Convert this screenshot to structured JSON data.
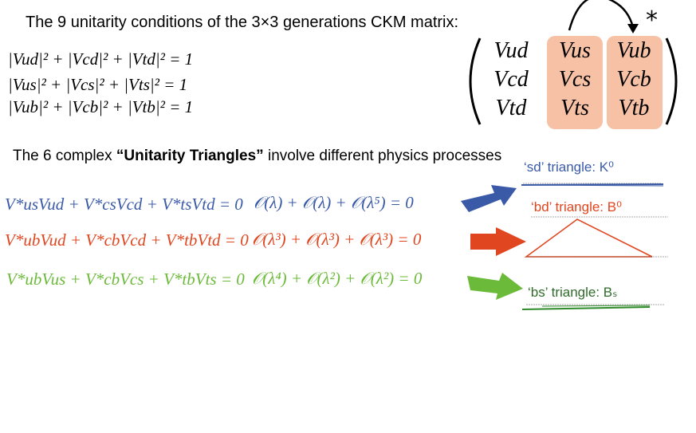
{
  "title": "The 9 unitarity conditions of the 3×3 generations CKM matrix:",
  "conditions": [
    "|Vud|² + |Vcd|² + |Vtd|² = 1",
    "|Vus|² + |Vcs|² + |Vts|² = 1",
    "|Vub|² + |Vcb|² + |Vtb|² = 1"
  ],
  "matrix": {
    "rows": [
      [
        "Vud",
        "Vus",
        "Vub"
      ],
      [
        "Vcd",
        "Vcs",
        "Vcb"
      ],
      [
        "Vtd",
        "Vts",
        "Vtb"
      ]
    ],
    "conj_symbol": "*",
    "highlight_color": "#f7c1a6"
  },
  "subtitle": {
    "prefix": "The 6 complex ",
    "bold": "“Unitarity Triangles”",
    "suffix": " involve different physics processes"
  },
  "triangles": [
    {
      "equation": "V*usVud + V*csVcd + V*tsVtd = 0",
      "order": "𝒪(λ) + 𝒪(λ) + 𝒪(λ⁵) = 0",
      "label": "‘sd’ triangle: K⁰",
      "color": "#3a5aa8"
    },
    {
      "equation": "V*ubVud + V*cbVcd + V*tbVtd = 0",
      "order": "𝒪(λ³) + 𝒪(λ³) + 𝒪(λ³) = 0",
      "label": "‘bd’ triangle: B⁰",
      "color": "#e0461f"
    },
    {
      "equation": "V*ubVus + V*cbVcs + V*tbVts = 0",
      "order": "𝒪(λ⁴) + 𝒪(λ²) + 𝒪(λ²) = 0",
      "label": "‘bs’ triangle: Bₛ",
      "color": "#6cba3a"
    }
  ]
}
